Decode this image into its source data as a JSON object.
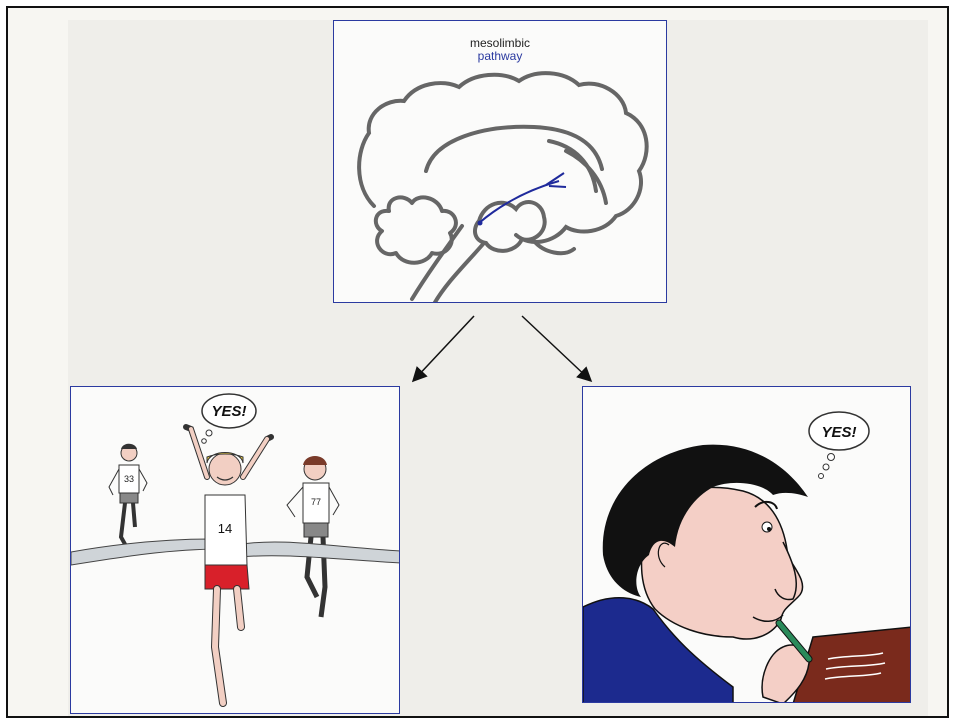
{
  "brain": {
    "label_line1": "mesolimbic",
    "label_line2": "pathway"
  },
  "runner_scene": {
    "thought": "YES!",
    "bib_left": "33",
    "bib_center": "14",
    "bib_right": "77"
  },
  "writer_scene": {
    "thought": "YES!"
  },
  "colors": {
    "panel_border": "#2b3aa0",
    "pathway": "#1f2a9c",
    "shorts": "#d8202a",
    "jacket": "#1c2a8e",
    "book": "#7a2a1c"
  }
}
